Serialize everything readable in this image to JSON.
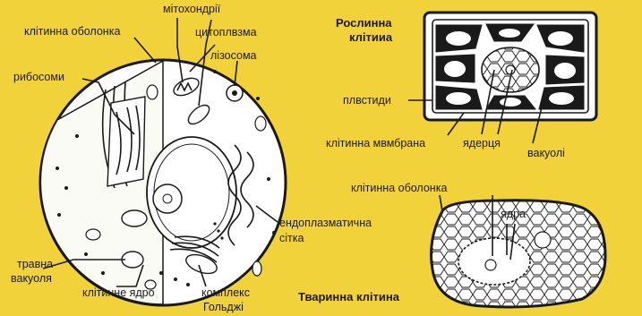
{
  "colors": {
    "background": "#f2d23a",
    "ink": "#1a1a1a",
    "cell_white": "#ffffff"
  },
  "labels": {
    "mitochondria": "мітохондрії",
    "cell_membrane_left": "клітинна оболонка",
    "cytoplasm": "цитоплвзма",
    "lysosome": "лізосома",
    "ribosomes": "рибосоми",
    "er_line1": "ендоплазматична",
    "er_line2": "сітка",
    "digestive_vacuole_line1": "травна",
    "digestive_vacuole_line2": "вакуоля",
    "cell_nucleus": "клітинне ядро",
    "golgi_line1": "комплекс",
    "golgi_line2": "Гольджі",
    "plant_cell_line1": "Рослинна",
    "plant_cell_line2": "клітииа",
    "plastids": "плвстиди",
    "cell_membrane_right": "клітинна мвмбрана",
    "nucleoli": "ядерця",
    "vacuoles": "вакуолі",
    "cell_wall": "клітинна оболонка",
    "nuclei": "ядра",
    "animal_cell": "Тваринна клітина"
  }
}
